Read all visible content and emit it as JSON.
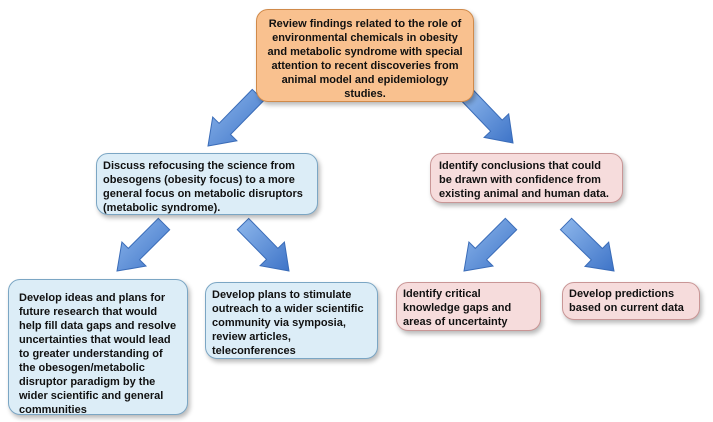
{
  "diagram": {
    "top": {
      "text": "Review findings related to the role of environmental chemicals in obesity and metabolic syndrome with special attention to recent discoveries from animal model and epidemiology studies."
    },
    "mid_left": {
      "text": "Discuss refocusing the science from obesogens (obesity focus) to a more general focus on metabolic disruptors (metabolic syndrome)."
    },
    "mid_right": {
      "text": "Identify conclusions that could be drawn with confidence from existing animal and human data."
    },
    "bottom_left_1": {
      "text": "Develop ideas and plans for future research that would help fill data gaps and resolve uncertainties that would lead to greater understanding of the obesogen/metabolic disruptor paradigm by the wider scientific and general communities"
    },
    "bottom_left_2": {
      "text": "Develop plans to stimulate outreach to a wider scientific community via symposia, review articles, teleconferences"
    },
    "bottom_right_1": {
      "text": "Identify critical knowledge gaps and areas of uncertainty"
    },
    "bottom_right_2": {
      "text": "Develop predictions based on current data"
    }
  },
  "colors": {
    "orange_fill": "#f9c18f",
    "blue_fill": "#dcedf7",
    "pink_fill": "#f6dcdc",
    "arrow_fill": "#5b8fd8"
  },
  "icons": {
    "arrow": "arrow-down-left / arrow-down-right"
  }
}
